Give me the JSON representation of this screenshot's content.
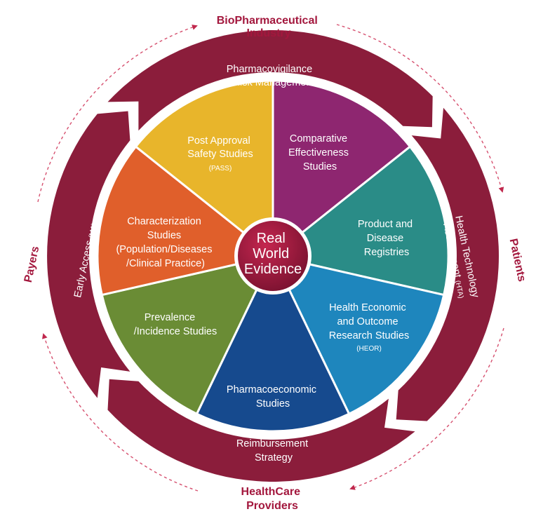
{
  "center": {
    "line1": "Real",
    "line2": "World",
    "line3": "Evidence"
  },
  "segments": [
    {
      "id": "comparative",
      "color": "#8e2670",
      "lines": [
        "Comparative",
        "Effectiveness",
        "Studies"
      ],
      "small": ""
    },
    {
      "id": "registries",
      "color": "#2a8c87",
      "lines": [
        "Product and",
        "Disease",
        "Registries"
      ],
      "small": ""
    },
    {
      "id": "heor",
      "color": "#1e86bd",
      "lines": [
        "Health Economic",
        "and Outcome",
        "Research Studies"
      ],
      "small": "(HEOR)"
    },
    {
      "id": "pharmacoeconomic",
      "color": "#164a8e",
      "lines": [
        "Pharmacoeconomic",
        "Studies"
      ],
      "small": ""
    },
    {
      "id": "prevalence",
      "color": "#6a8c35",
      "lines": [
        "Prevalence",
        "/Incidence Studies"
      ],
      "small": ""
    },
    {
      "id": "characterization",
      "color": "#e05f2b",
      "lines": [
        "Characterization",
        "Studies",
        "(Population/Diseases",
        "/Clinical Practice)"
      ],
      "small": ""
    },
    {
      "id": "pass",
      "color": "#e8b52b",
      "lines": [
        "Post Approval",
        "Safety Studies"
      ],
      "small": "(PASS)"
    }
  ],
  "ring": {
    "color": "#8b1d3b",
    "pharmacovigilance": {
      "line1": "Pharmacovigilance",
      "line2": "/ Risk Management"
    },
    "hta": {
      "line1": "Health Technology",
      "line2_main": "Assessment ",
      "line2_small": "(HTA)"
    },
    "reimbursement": {
      "line1": "Reimbursement",
      "line2": "Strategy"
    },
    "early_access": {
      "main": "Early Access ",
      "small": "(MA)"
    }
  },
  "stakeholders": {
    "color": "#a3173d",
    "biopharma": {
      "line1": "BioPharmaceutical",
      "line2": "Industry"
    },
    "patients": "Patients",
    "healthcare": {
      "line1": "HealthCare",
      "line2": "Providers"
    },
    "payers": "Payers"
  }
}
